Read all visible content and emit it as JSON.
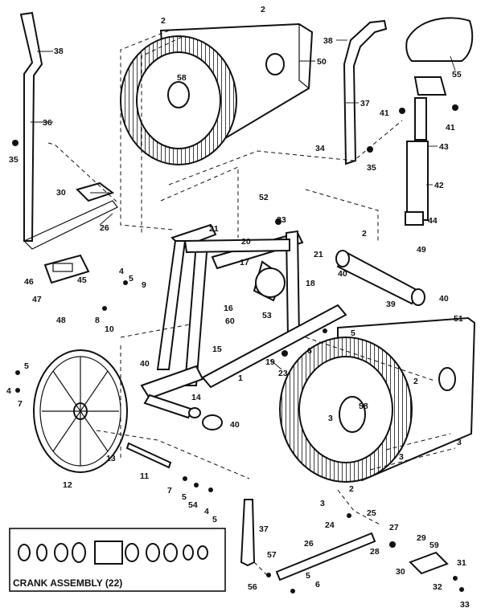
{
  "caption": "CRANK ASSEMBLY (22)",
  "labels": [
    {
      "n": "2"
    },
    {
      "n": "2"
    },
    {
      "n": "38"
    },
    {
      "n": "58"
    },
    {
      "n": "50"
    },
    {
      "n": "38"
    },
    {
      "n": "55"
    },
    {
      "n": "36"
    },
    {
      "n": "37"
    },
    {
      "n": "41"
    },
    {
      "n": "41"
    },
    {
      "n": "35"
    },
    {
      "n": "34"
    },
    {
      "n": "35"
    },
    {
      "n": "43"
    },
    {
      "n": "30"
    },
    {
      "n": "26"
    },
    {
      "n": "42"
    },
    {
      "n": "52"
    },
    {
      "n": "23"
    },
    {
      "n": "44"
    },
    {
      "n": "2"
    },
    {
      "n": "21"
    },
    {
      "n": "20"
    },
    {
      "n": "49"
    },
    {
      "n": "21"
    },
    {
      "n": "46"
    },
    {
      "n": "45"
    },
    {
      "n": "4"
    },
    {
      "n": "5"
    },
    {
      "n": "9"
    },
    {
      "n": "17"
    },
    {
      "n": "40"
    },
    {
      "n": "47"
    },
    {
      "n": "16"
    },
    {
      "n": "60"
    },
    {
      "n": "53"
    },
    {
      "n": "18"
    },
    {
      "n": "39"
    },
    {
      "n": "40"
    },
    {
      "n": "48"
    },
    {
      "n": "8"
    },
    {
      "n": "10"
    },
    {
      "n": "51"
    },
    {
      "n": "5"
    },
    {
      "n": "6"
    },
    {
      "n": "15"
    },
    {
      "n": "19"
    },
    {
      "n": "23"
    },
    {
      "n": "5"
    },
    {
      "n": "40"
    },
    {
      "n": "4"
    },
    {
      "n": "7"
    },
    {
      "n": "14"
    },
    {
      "n": "1"
    },
    {
      "n": "2"
    },
    {
      "n": "58"
    },
    {
      "n": "3"
    },
    {
      "n": "40"
    },
    {
      "n": "3"
    },
    {
      "n": "3"
    },
    {
      "n": "13"
    },
    {
      "n": "12"
    },
    {
      "n": "11"
    },
    {
      "n": "7"
    },
    {
      "n": "5"
    },
    {
      "n": "54"
    },
    {
      "n": "4"
    },
    {
      "n": "5"
    },
    {
      "n": "2"
    },
    {
      "n": "3"
    },
    {
      "n": "25"
    },
    {
      "n": "24"
    },
    {
      "n": "37"
    },
    {
      "n": "27"
    },
    {
      "n": "28"
    },
    {
      "n": "29"
    },
    {
      "n": "26"
    },
    {
      "n": "59"
    },
    {
      "n": "57"
    },
    {
      "n": "5"
    },
    {
      "n": "6"
    },
    {
      "n": "56"
    },
    {
      "n": "30"
    },
    {
      "n": "31"
    },
    {
      "n": "32"
    },
    {
      "n": "33"
    }
  ]
}
